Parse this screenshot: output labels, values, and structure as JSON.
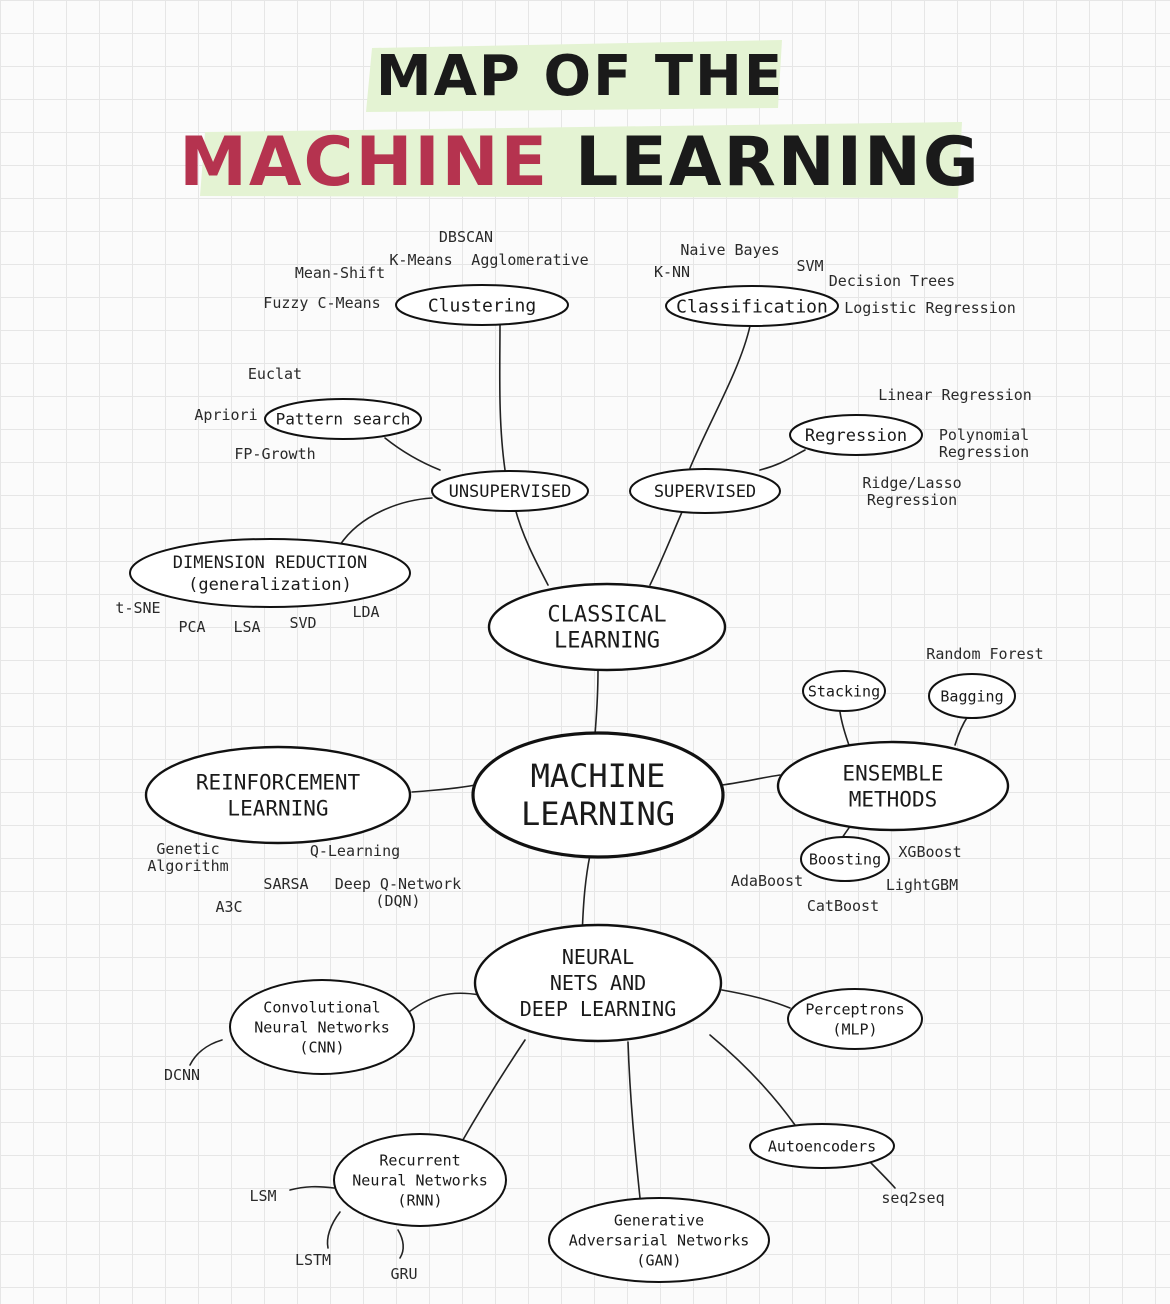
{
  "title": {
    "line1": "MAP OF THE",
    "line2_accent": "MACHINE",
    "line2_rest": "LEARNING"
  },
  "colors": {
    "accent": "#b5334f",
    "highlight": "#e4f3d3",
    "ink": "#1a1a1a"
  },
  "nodes": {
    "machine_learning": [
      "MACHINE",
      "LEARNING"
    ],
    "classical_learning": [
      "CLASSICAL",
      "LEARNING"
    ],
    "unsupervised": [
      "UNSUPERVISED"
    ],
    "supervised": [
      "SUPERVISED"
    ],
    "clustering": [
      "Clustering"
    ],
    "classification": [
      "Classification"
    ],
    "pattern_search": [
      "Pattern search"
    ],
    "regression": [
      "Regression"
    ],
    "dimension_reduction": [
      "DIMENSION REDUCTION",
      "(generalization)"
    ],
    "reinforcement_learning": [
      "REINFORCEMENT",
      "LEARNING"
    ],
    "ensemble_methods": [
      "ENSEMBLE",
      "METHODS"
    ],
    "stacking": [
      "Stacking"
    ],
    "bagging": [
      "Bagging"
    ],
    "boosting": [
      "Boosting"
    ],
    "neural_nets": [
      "NEURAL",
      "NETS AND",
      "DEEP LEARNING"
    ],
    "cnn": [
      "Convolutional",
      "Neural Networks",
      "(CNN)"
    ],
    "rnn": [
      "Recurrent",
      "Neural Networks",
      "(RNN)"
    ],
    "gan": [
      "Generative",
      "Adversarial Networks",
      "(GAN)"
    ],
    "autoencoders": [
      "Autoencoders"
    ],
    "perceptrons": [
      "Perceptrons",
      "(MLP)"
    ]
  },
  "leaves": {
    "dbscan": [
      "DBSCAN"
    ],
    "kmeans": [
      "K-Means"
    ],
    "agglomerative": [
      "Agglomerative"
    ],
    "meanshift": [
      "Mean-Shift"
    ],
    "fuzzy": [
      "Fuzzy C-Means"
    ],
    "naive_bayes": [
      "Naive Bayes"
    ],
    "svm": [
      "SVM"
    ],
    "knn": [
      "K-NN"
    ],
    "decision_trees": [
      "Decision Trees"
    ],
    "logistic": [
      "Logistic Regression"
    ],
    "euclat": [
      "Euclat"
    ],
    "apriori": [
      "Apriori"
    ],
    "fpgrowth": [
      "FP-Growth"
    ],
    "linear": [
      "Linear Regression"
    ],
    "polynomial": [
      "Polynomial",
      "Regression"
    ],
    "ridge": [
      "Ridge/Lasso",
      "Regression"
    ],
    "tsne": [
      "t-SNE"
    ],
    "pca": [
      "PCA"
    ],
    "lsa": [
      "LSA"
    ],
    "svd": [
      "SVD"
    ],
    "lda": [
      "LDA"
    ],
    "random_forest": [
      "Random Forest"
    ],
    "genetic": [
      "Genetic",
      "Algorithm"
    ],
    "qlearning": [
      "Q-Learning"
    ],
    "sarsa": [
      "SARSA"
    ],
    "dqn": [
      "Deep Q-Network",
      "(DQN)"
    ],
    "a3c": [
      "A3C"
    ],
    "xgboost": [
      "XGBoost"
    ],
    "adaboost": [
      "AdaBoost"
    ],
    "lightgbm": [
      "LightGBM"
    ],
    "catboost": [
      "CatBoost"
    ],
    "dcnn": [
      "DCNN"
    ],
    "lsm": [
      "LSM"
    ],
    "lstm": [
      "LSTM"
    ],
    "gru": [
      "GRU"
    ],
    "seq2seq": [
      "seq2seq"
    ]
  }
}
